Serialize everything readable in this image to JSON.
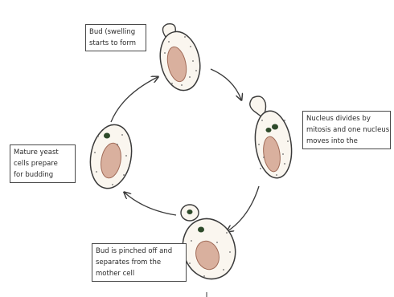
{
  "diagram": {
    "stages": [
      {
        "id": "bud-forming",
        "lines": [
          "Bud (swelling",
          "starts to form"
        ]
      },
      {
        "id": "nucleus-divides",
        "lines": [
          "Nucleus divides by",
          "mitosis and one nucleus",
          "moves into the"
        ]
      },
      {
        "id": "bud-pinched-off",
        "lines": [
          "Bud is pinched off and",
          "separates from the",
          "mother cell"
        ]
      },
      {
        "id": "mature-yeast",
        "lines": [
          "Mature yeast",
          "cells prepare",
          "for budding"
        ]
      }
    ],
    "colors": {
      "cell_outline": "#3a3a3a",
      "cell_fill": "#faf6ef",
      "vacuole_fill": "#d9b09e",
      "vacuole_outline": "#a06b58",
      "nucleus": "#2e4a2a",
      "arrow": "#3a3a3a",
      "label_border": "#4a4a4a"
    }
  }
}
